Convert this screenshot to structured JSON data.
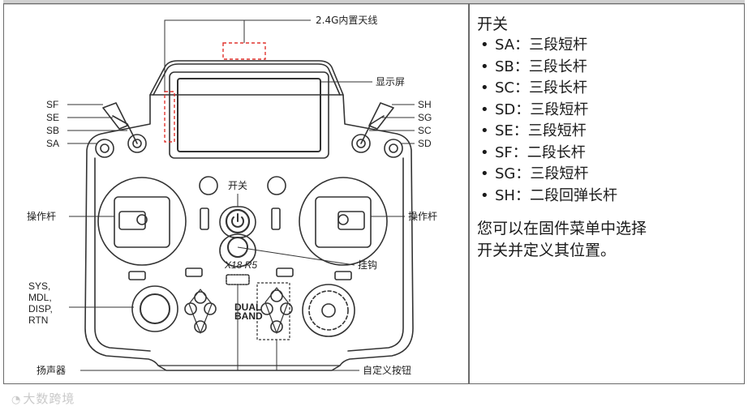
{
  "diagram": {
    "labels": {
      "antenna": "2.4G内置天线",
      "display": "显示屏",
      "power": "开关",
      "stick_left": "操作杆",
      "stick_right": "操作杆",
      "hanger": "挂钩",
      "speaker": "扬声器",
      "custom_buttons": "自定义按钮",
      "sys_lines": [
        "SYS,",
        "MDL,",
        "DISP,",
        "RTN"
      ],
      "switch_sf": "SF",
      "switch_se": "SE",
      "switch_sb": "SB",
      "switch_sa": "SA",
      "switch_sh": "SH",
      "switch_sg": "SG",
      "switch_sc": "SC",
      "switch_sd": "SD",
      "model_mark": "X18 R5",
      "dual_band": [
        "DUAL",
        "BAND"
      ]
    }
  },
  "switch_panel": {
    "title": "开关",
    "items": [
      "SA：三段短杆",
      "SB：三段长杆",
      "SC：三段长杆",
      "SD：三段短杆",
      "SE：三段短杆",
      "SF：二段长杆",
      "SG：三段短杆",
      "SH：二段回弹长杆"
    ],
    "note_lines": [
      "您可以在固件菜单中选择",
      "开关并定义其位置。"
    ]
  },
  "watermark": {
    "text": "大数跨境"
  },
  "colors": {
    "outline": "#333333",
    "frame": "#6a6a6a",
    "dashed": "#e0332e",
    "text": "#1a1a1a"
  }
}
